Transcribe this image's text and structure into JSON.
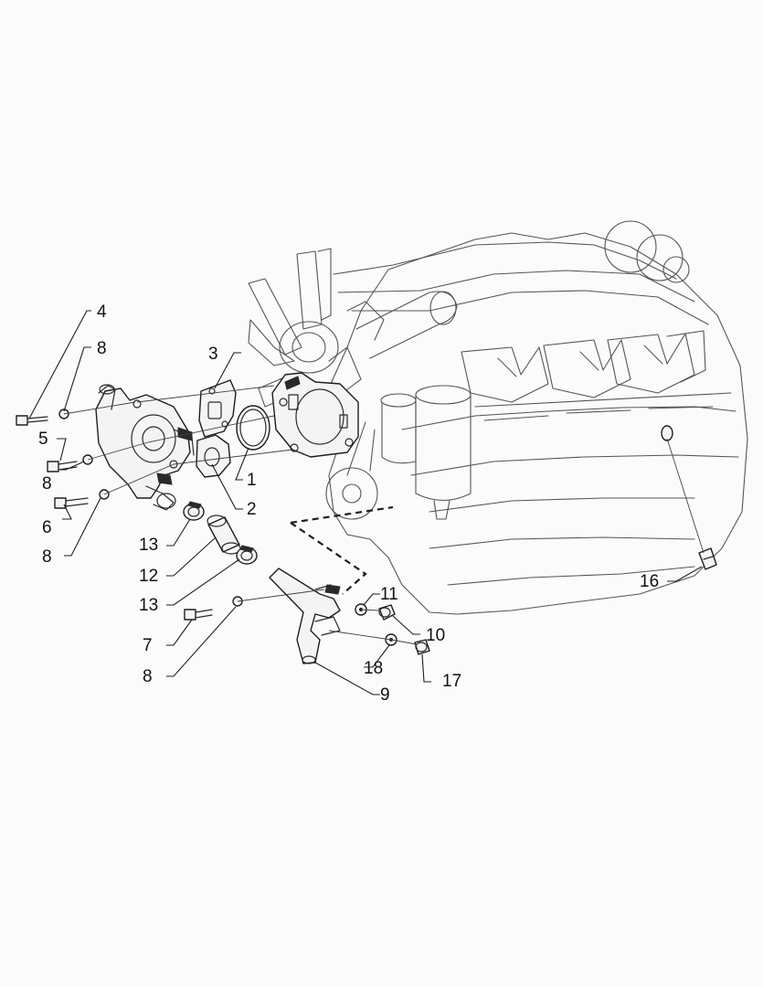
{
  "callouts": {
    "c1": "1",
    "c2": "2",
    "c3": "3",
    "c4": "4",
    "c5": "5",
    "c6": "6",
    "c7": "7",
    "c8a": "8",
    "c8b": "8",
    "c8c": "8",
    "c8d": "8",
    "c9": "9",
    "c10": "10",
    "c11": "11",
    "c12": "12",
    "c13a": "13",
    "c13b": "13",
    "c16": "16",
    "c17": "17",
    "c18": "18"
  },
  "colors": {
    "background": "#fbfbfb",
    "line": "#1e1e1e"
  }
}
